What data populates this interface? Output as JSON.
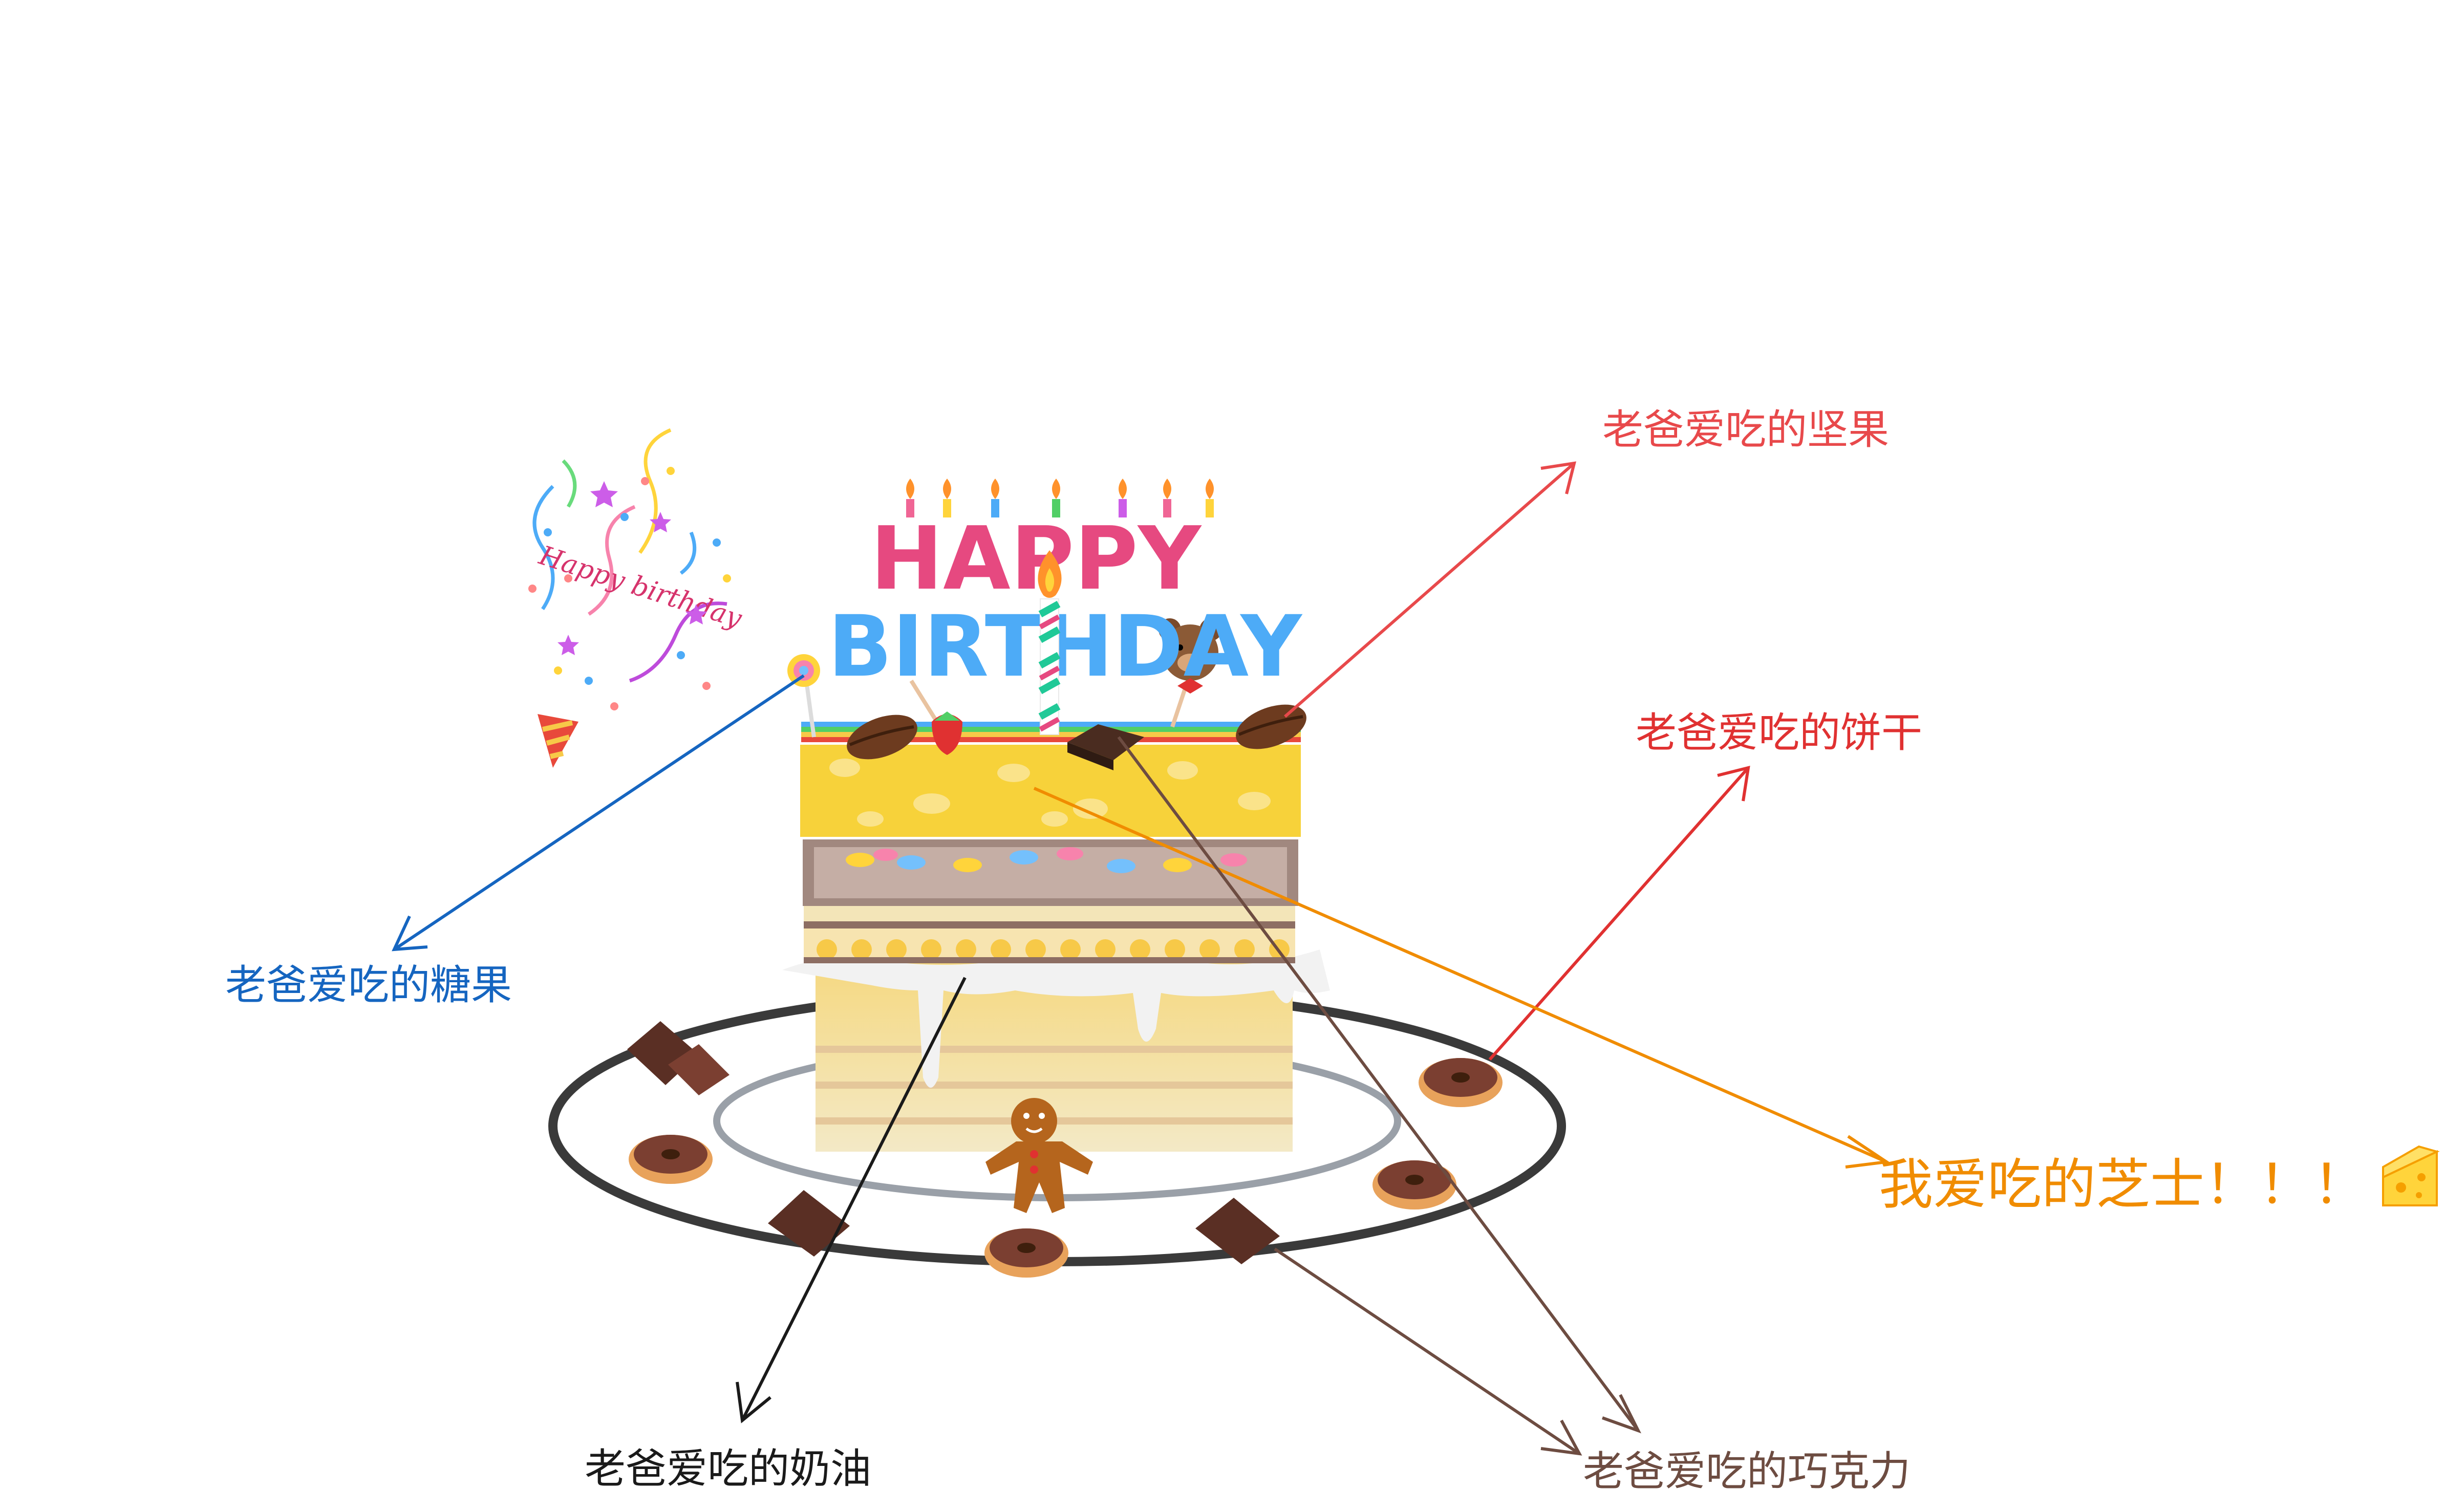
{
  "banner": {
    "line1": "HAPPY",
    "line2": "BIRTHDAY"
  },
  "confetti": {
    "text": "Happy birthday"
  },
  "labels": {
    "nuts": "老爸爱吃的坚果",
    "biscuit": "老爸爱吃的饼干",
    "candy": "老爸爱吃的糖果",
    "cheese": "我爱吃的芝士！！！",
    "cream": "老爸爱吃的奶油",
    "chocolate": "老爸爱吃的巧克力"
  },
  "colors": {
    "nuts": "#e8494b",
    "biscuit": "#e03131",
    "candy": "#1565c0",
    "cheese": "#f08c00",
    "cream": "#1a1a1a",
    "chocolate": "#6d4c41",
    "cake_yellow": "#f7d23a",
    "frosting": "#f2f2f2",
    "plate_outer": "#3a3a3a",
    "plate_inner": "#9aa0a8"
  },
  "icons": [
    "confetti-popper-icon",
    "lollipop-icon",
    "strawberry-icon",
    "bear-icon",
    "candle-icon",
    "gingerbread-man-icon",
    "donut-icon",
    "chocolate-piece-icon",
    "nut-icon",
    "cheese-icon"
  ]
}
